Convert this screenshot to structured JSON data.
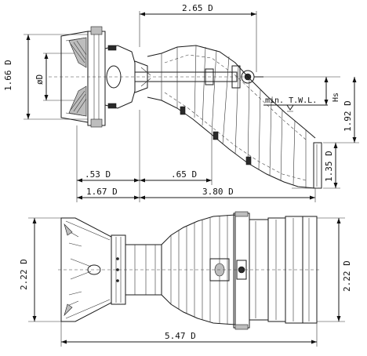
{
  "dimensions": {
    "top_length": "2.65 D",
    "left_height": "1.66 D",
    "runner_diameter": "øD",
    "min_twl": "min. T.W.L.",
    "hs": "Hs",
    "outlet_drop": "1.92 D",
    "outlet_height": "1.35 D",
    "offset_left": ".53 D",
    "offset_right": ".65 D",
    "inlet_length": "1.67 D",
    "draft_length": "3.80 D",
    "plan_width_left": "2.22 D",
    "plan_width_right": "2.22 D",
    "total_length": "5.47 D"
  }
}
